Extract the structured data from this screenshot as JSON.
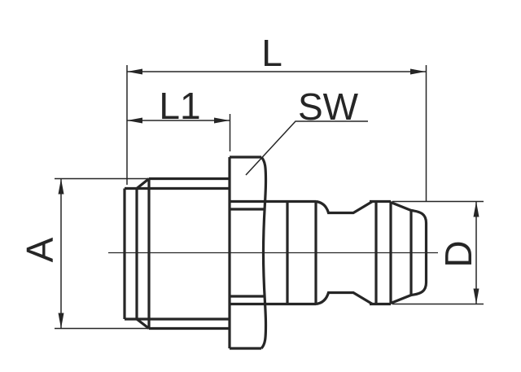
{
  "drawing": {
    "type": "technical-dimension-drawing",
    "subject": "hose coupling plug fitting, side view",
    "labels": {
      "overall_length": "L",
      "thread_length": "L1",
      "wrench_size": "SW",
      "thread_diameter": "A",
      "plug_diameter": "D"
    },
    "colors": {
      "line": "#262626",
      "background": "#ffffff"
    }
  }
}
